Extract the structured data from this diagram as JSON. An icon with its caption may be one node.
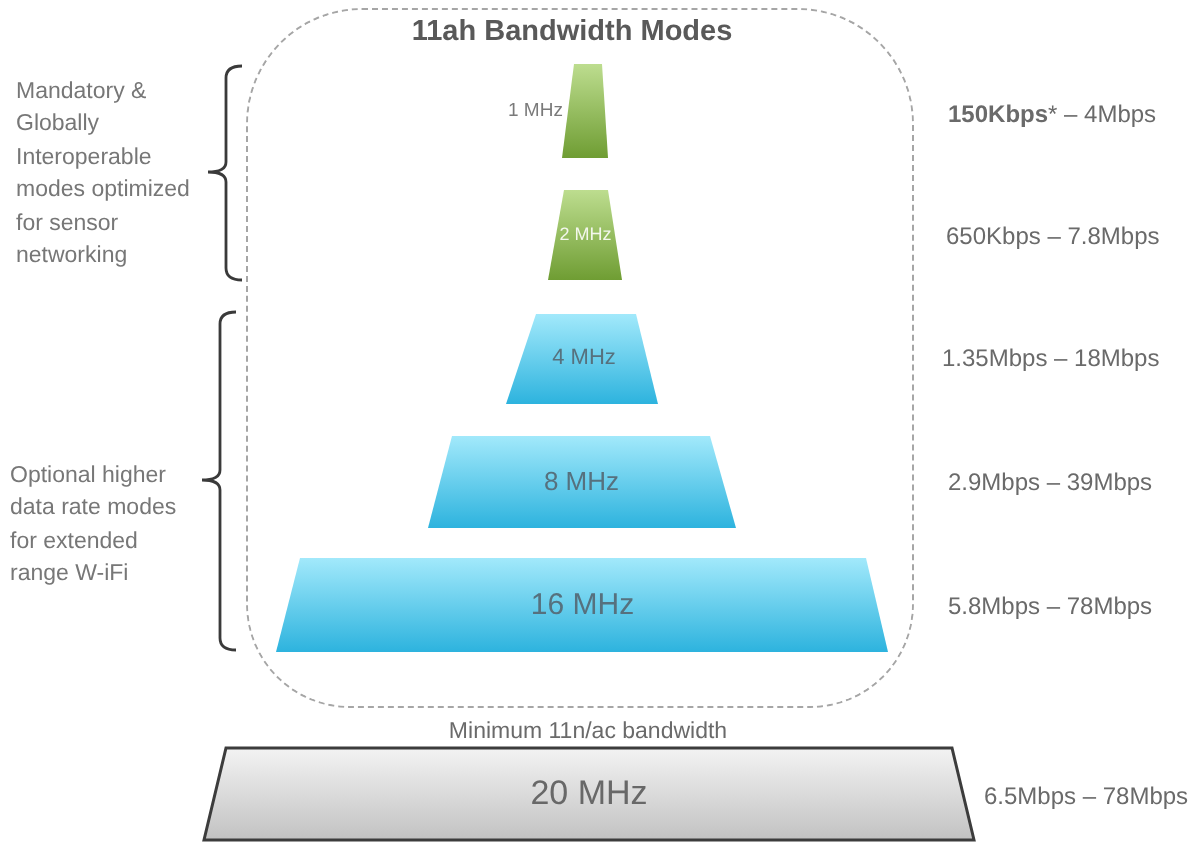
{
  "diagram": {
    "nodes": [
      {
        "text": [
          "11ah Bandwidth Modes"
        ]
      },
      {
        "text": [
          "1 MHz"
        ],
        "in": 0
      },
      {
        "text": [
          "2 MHz"
        ],
        "in": 0
      },
      {
        "text": [
          "4 MHz"
        ],
        "in": 0
      },
      {
        "text": [
          "8 MHz"
        ],
        "in": 0
      },
      {
        "text": [
          "16 MHz"
        ],
        "in": 0
      },
      {
        "text": [
          "20 MHz"
        ],
        "beside": [
          "Minimum 11n/ac bandwidth",
          "6.5Mbps – 78Mbps"
        ]
      }
    ],
    "labels": [
      "Mandatory & Globally Interoperable modes optimized for sensor networking",
      "**150Kbps*** – 4Mbps",
      "650Kbps – 7.8Mbps",
      "1.35Mbps – 18Mbps",
      "Optional higher data rate modes for extended range W-iFi",
      "2.9Mbps – 39Mbps",
      "5.8Mbps – 78Mbps"
    ]
  }
}
